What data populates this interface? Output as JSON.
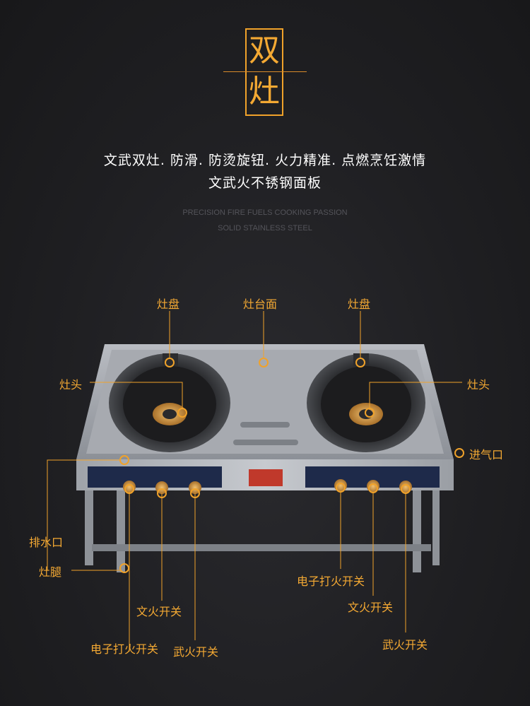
{
  "title": {
    "line1": "双",
    "line2": "灶"
  },
  "headline": {
    "line1": "文武双灶. 防滑. 防烫旋钮. 火力精准. 点燃烹饪激情",
    "line2": "文武火不锈钢面板"
  },
  "english": {
    "line1": "PRECISION FIRE FUELS COOKING PASSION",
    "line2": "SOLID STAINLESS STEEL"
  },
  "labels": {
    "pan_left": "灶盘",
    "countertop": "灶台面",
    "pan_right": "灶盘",
    "head_left": "灶头",
    "head_right": "灶头",
    "gas_inlet": "进气口",
    "drain": "排水口",
    "leg": "灶腿",
    "ignition_right": "电子打火开关",
    "low_fire_right": "文火开关",
    "high_fire_right": "武火开关",
    "low_fire_left": "文火开关",
    "ignition_left": "电子打火开关",
    "high_fire_left": "武火开关"
  },
  "colors": {
    "accent": "#f4a933",
    "background": "#1f1f22"
  }
}
